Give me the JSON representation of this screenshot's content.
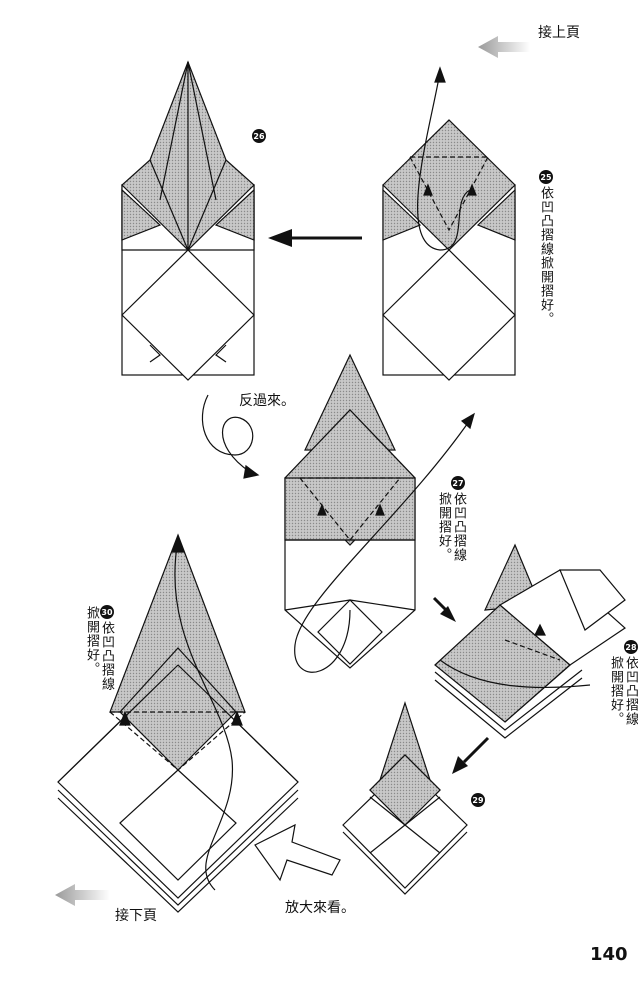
{
  "nav": {
    "next_page": "接上頁",
    "prev_page": "接下頁"
  },
  "steps": {
    "s25": {
      "num": "25",
      "text": "依凹凸摺線掀開摺好。"
    },
    "s26": {
      "num": "26"
    },
    "s27": {
      "num": "27",
      "text_col1": "依凹凸摺線",
      "text_col2": "掀開摺好。"
    },
    "s28": {
      "num": "28",
      "text_col1": "依凹凸摺線",
      "text_col2": "掀開摺好。"
    },
    "s29": {
      "num": "29"
    },
    "s30": {
      "num": "30",
      "text_col1": "依凹凸摺線",
      "text_col2": "掀開摺好。"
    }
  },
  "labels": {
    "flip": "反過來。",
    "zoom": "放大來看。"
  },
  "page_number": "140",
  "colors": {
    "shade": "#bdbdbd",
    "ink": "#111111"
  }
}
